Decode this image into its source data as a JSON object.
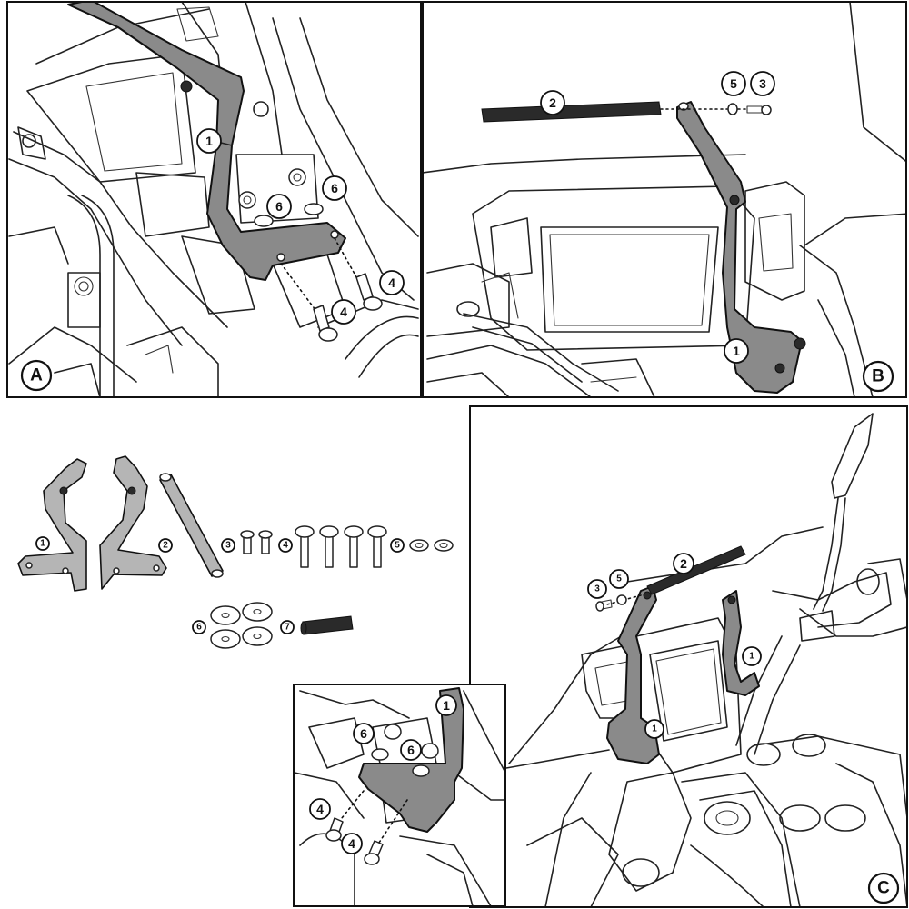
{
  "panels": {
    "A": {
      "letter": "A",
      "callouts": {
        "bracket": "1",
        "washer_left": "6",
        "washer_right": "6",
        "bolt_right": "4",
        "bolt_left": "4"
      }
    },
    "B": {
      "letter": "B",
      "callouts": {
        "bar": "2",
        "nut": "5",
        "screw": "3",
        "bracket": "1"
      }
    },
    "parts": {
      "items": [
        {
          "number": "1",
          "name": "bracket-pair"
        },
        {
          "number": "2",
          "name": "crossbar"
        },
        {
          "number": "3",
          "name": "short-screws"
        },
        {
          "number": "4",
          "name": "long-bolts"
        },
        {
          "number": "5",
          "name": "nuts"
        },
        {
          "number": "6",
          "name": "washers"
        },
        {
          "number": "7",
          "name": "rubber-sleeve"
        }
      ]
    },
    "C": {
      "letter": "C",
      "callouts": {
        "bar": "2",
        "screw": "3",
        "nut": "5",
        "bracket_right": "1",
        "bracket_left": "1"
      }
    },
    "detail": {
      "callouts": {
        "bracket": "1",
        "washer_left": "6",
        "washer_right": "6",
        "bolt_left": "4",
        "bolt_lower": "4"
      }
    }
  }
}
